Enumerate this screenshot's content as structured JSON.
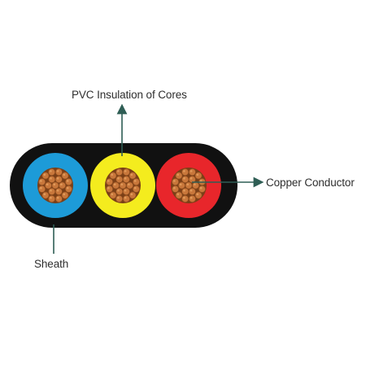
{
  "labels": {
    "pvc_insulation": "PVC Insulation of Cores",
    "copper_conductor": "Copper Conductor",
    "sheath": "Sheath"
  },
  "colors": {
    "background": "#ffffff",
    "sheath": "#111111",
    "core_blue": "#1d9bd8",
    "core_yellow": "#f4ec1e",
    "core_red": "#e8262b",
    "copper": "#c8773b",
    "copper_highlight": "#e09a5a",
    "leader_line": "#2f5e55",
    "text": "#2e2e2e"
  },
  "icons": {
    "leader_arrowhead": "arrowhead-icon"
  }
}
